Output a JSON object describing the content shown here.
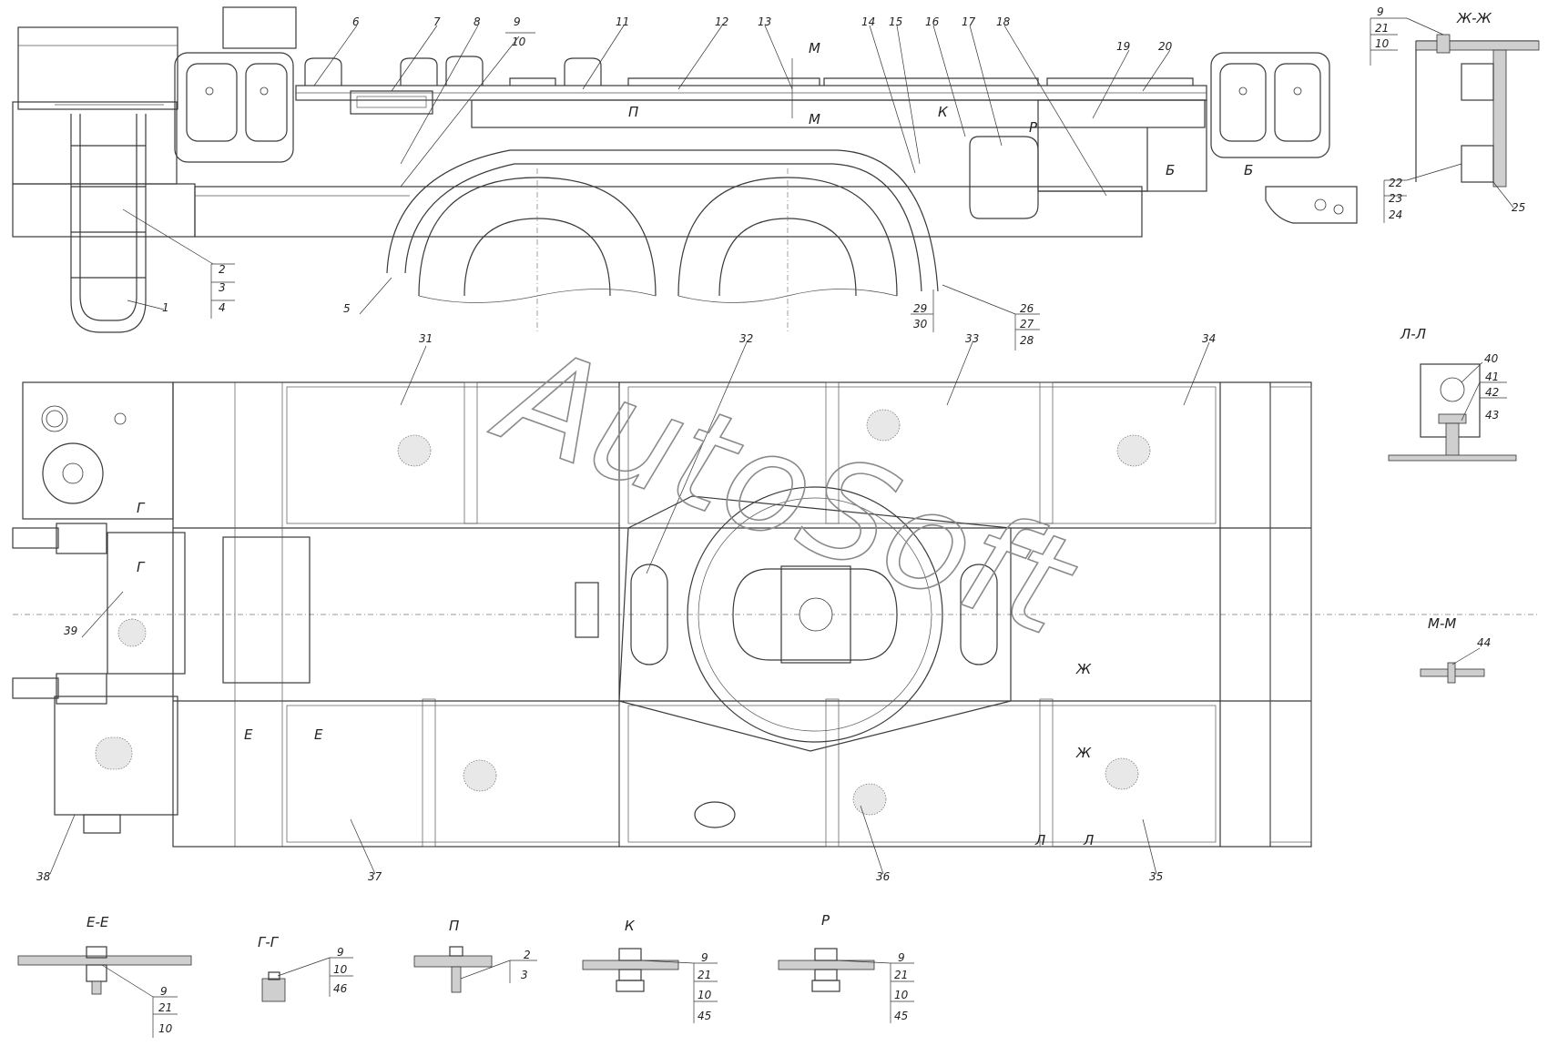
{
  "watermark": "AutoSoft",
  "callouts_side": [
    {
      "n": "1"
    },
    {
      "n": "5"
    },
    {
      "n": "6"
    },
    {
      "n": "7"
    },
    {
      "n": "8"
    },
    {
      "n": "9"
    },
    {
      "n": "10"
    },
    {
      "n": "11"
    },
    {
      "n": "12"
    },
    {
      "n": "13"
    },
    {
      "n": "14"
    },
    {
      "n": "15"
    },
    {
      "n": "16"
    },
    {
      "n": "17"
    },
    {
      "n": "18"
    },
    {
      "n": "19"
    },
    {
      "n": "20"
    }
  ],
  "stack_2_3_4": [
    "2",
    "3",
    "4"
  ],
  "stack_26_27_28": [
    "26",
    "27",
    "28"
  ],
  "stack_29_30": [
    "29",
    "30"
  ],
  "callouts_top": [
    {
      "n": "31"
    },
    {
      "n": "32"
    },
    {
      "n": "33"
    },
    {
      "n": "34"
    },
    {
      "n": "35"
    },
    {
      "n": "36"
    },
    {
      "n": "37"
    },
    {
      "n": "38"
    },
    {
      "n": "39"
    }
  ],
  "section_letters": {
    "M": "М",
    "P": "П",
    "K": "К",
    "R": "Р",
    "B": "Б",
    "G": "Г",
    "E": "Е",
    "ZH": "Ж",
    "L": "Л"
  },
  "sections": {
    "zhzh": {
      "title": "Ж-Ж",
      "stack_top": [
        "9",
        "21",
        "10"
      ],
      "stack_bottom": [
        "22",
        "23",
        "24"
      ],
      "callout": "25"
    },
    "ll": {
      "title": "Л-Л",
      "callout": "40",
      "stack": [
        "41",
        "42",
        "43"
      ]
    },
    "mm": {
      "title": "М-М",
      "callout": "44"
    },
    "ee": {
      "title": "Е-Е",
      "stack": [
        "9",
        "21",
        "10"
      ]
    },
    "gg": {
      "title": "Г-Г",
      "stack": [
        "9",
        "10",
        "46"
      ]
    },
    "p": {
      "title": "П",
      "stack": [
        "2",
        "3"
      ]
    },
    "k": {
      "title": "К",
      "stack": [
        "9",
        "21",
        "10",
        "45"
      ]
    },
    "r": {
      "title": "Р",
      "stack": [
        "9",
        "21",
        "10",
        "45"
      ]
    }
  }
}
